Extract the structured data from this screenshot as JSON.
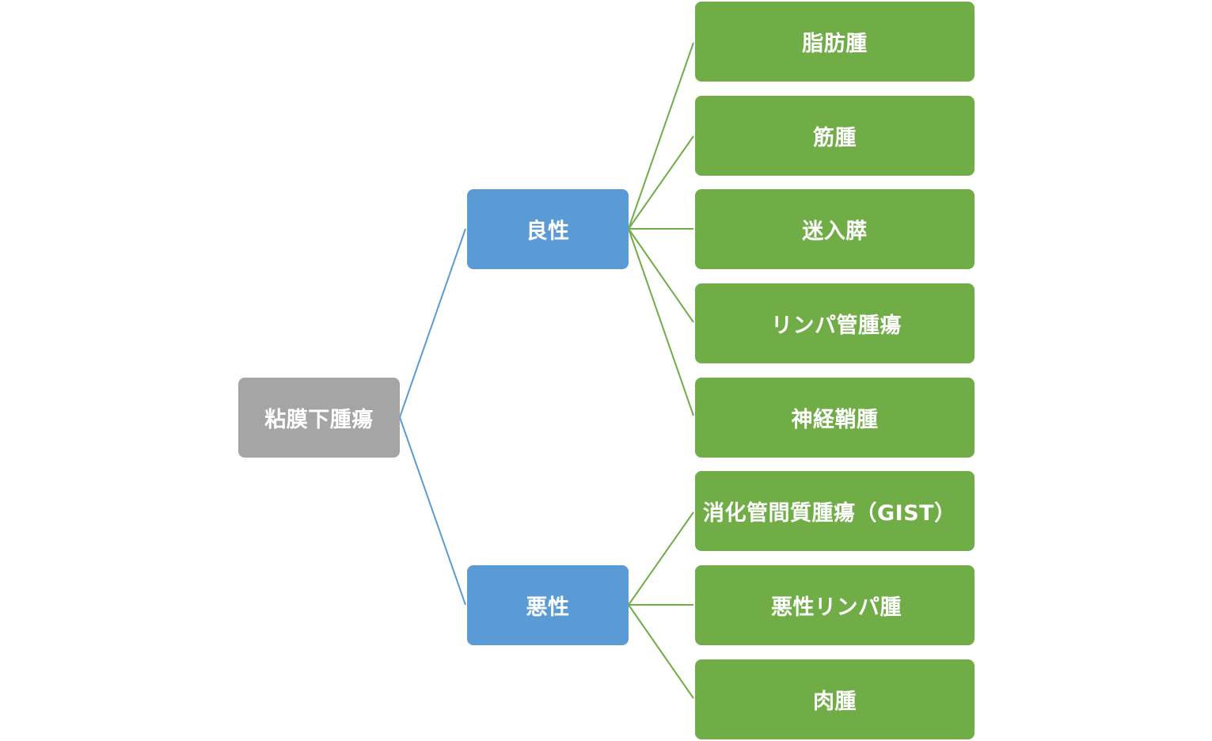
{
  "root": {
    "label": "粘膜下腫瘍"
  },
  "branches": [
    {
      "label": "良性",
      "children": [
        "脂肪腫",
        "筋腫",
        "迷入膵",
        "リンパ管腫瘍",
        "神経鞘腫"
      ]
    },
    {
      "label": "悪性",
      "children": [
        "消化管間質腫瘍（GIST）",
        "悪性リンパ腫",
        "肉腫"
      ]
    }
  ],
  "colors": {
    "root": "#a5a5a5",
    "mid": "#5b9bd5",
    "leaf": "#70ad47",
    "root_connector": "#5b9bd5",
    "leaf_connector": "#70ad47",
    "text": "#ffffff"
  }
}
